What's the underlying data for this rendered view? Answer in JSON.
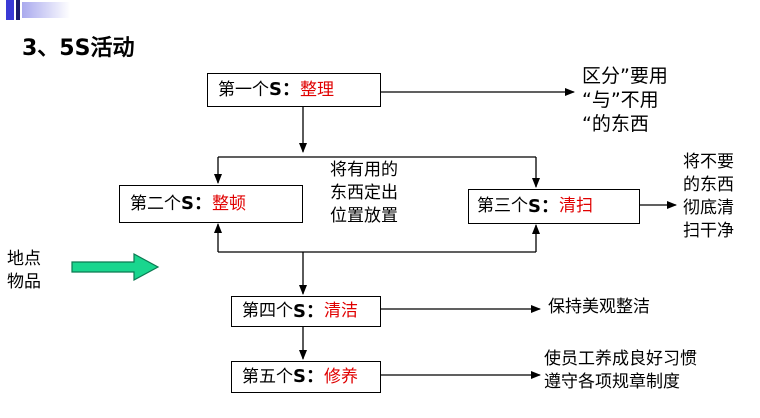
{
  "title": "3、5S活动",
  "steps": [
    {
      "prefix": "第一个",
      "s": "S：",
      "name": "整理"
    },
    {
      "prefix": "第二个",
      "s": "S：",
      "name": "整顿"
    },
    {
      "prefix": "第三个",
      "s": "S：",
      "name": "清扫"
    },
    {
      "prefix": "第四个",
      "s": "S：",
      "name": "清洁"
    },
    {
      "prefix": "第五个",
      "s": "S：",
      "name": "修养"
    }
  ],
  "notes": {
    "step1": "区分”要用\n“与”不用\n“的东西",
    "step2": "将有用的\n东西定出\n位置放置",
    "step3": "将不要\n的东西\n彻底清\n扫干净",
    "step4": "保持美观整洁",
    "step5": "使员工养成良好习惯\n遵守各项规章制度",
    "left": "地点\n物品"
  },
  "colors": {
    "highlight": "#e00000",
    "arrow_fill": "#19d68e",
    "arrow_stroke": "#0b7a52",
    "corner_blue": "#3a3ad6"
  }
}
